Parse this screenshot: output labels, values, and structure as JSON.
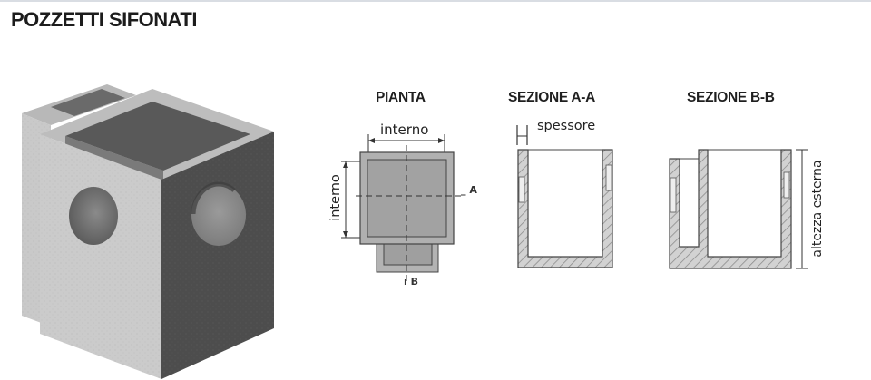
{
  "page": {
    "title": "POZZETTI SIFONATI"
  },
  "views": {
    "plan_title": "PIANTA",
    "section_a_title": "SEZIONE A-A",
    "section_b_title": "SEZIONE B-B"
  },
  "labels": {
    "interno_horizontal": "interno",
    "interno_vertical": "interno",
    "marker_a": "_ A",
    "marker_b": "ı B",
    "spessore": "spessore",
    "altezza_esterna": "altezza esterna"
  },
  "colors": {
    "concrete_light": "#cfcfcf",
    "concrete_dark": "#4a4a4a",
    "plan_fill": "#a8a8a8",
    "hatch": "#9a9a9a"
  }
}
